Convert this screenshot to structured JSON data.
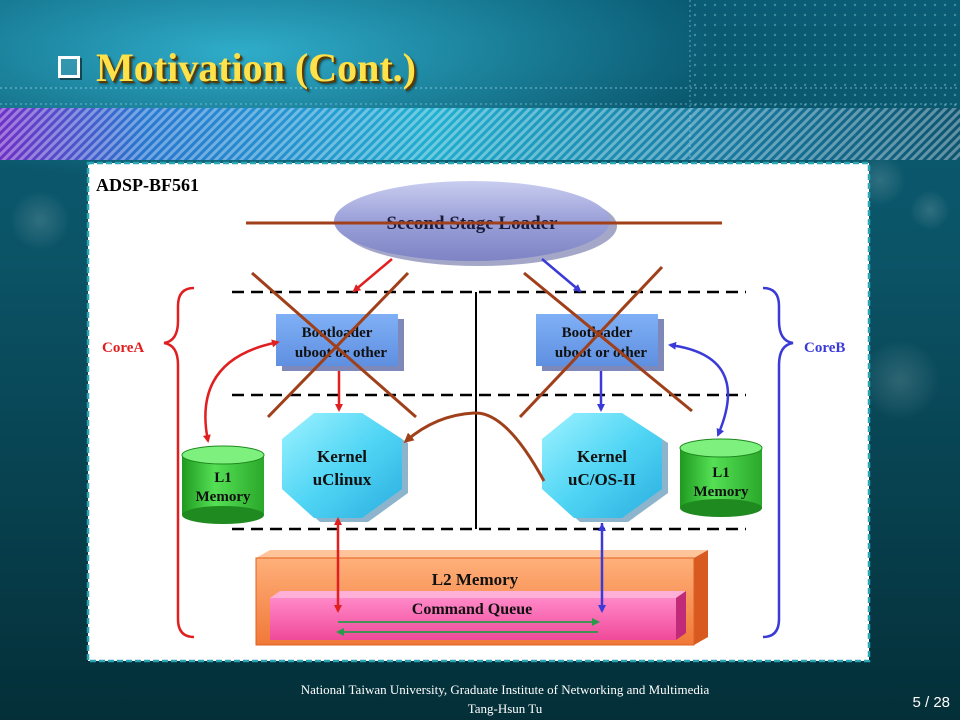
{
  "slide": {
    "title": "Motivation (Cont.)",
    "footer_line1": "National Taiwan University, Graduate Institute of Networking and Multimedia",
    "footer_line2": "Tang-Hsun Tu",
    "page_current": "5",
    "page_separator": " / ",
    "page_total": "28"
  },
  "diagram": {
    "chip_label": "ADSP-BF561",
    "loader_label": "Second Stage Loader",
    "core_a_label": "CoreA",
    "core_b_label": "CoreB",
    "bootloader_a_line1": "Bootloader",
    "bootloader_a_line2": "uboot or other",
    "bootloader_b_line1": "Bootloader",
    "bootloader_b_line2": "uboot or other",
    "kernel_a_line1": "Kernel",
    "kernel_a_line2": "uClinux",
    "kernel_b_line1": "Kernel",
    "kernel_b_line2": "uC/OS-II",
    "l1_a_line1": "L1",
    "l1_a_line2": "Memory",
    "l1_b_line1": "L1",
    "l1_b_line2": "Memory",
    "l2_label": "L2 Memory",
    "queue_label": "Command Queue"
  },
  "colors": {
    "title": "#ffe14a",
    "core_a_arrows": "#e02020",
    "core_b_arrows": "#3a3ad8",
    "cross_out": "#a0401a",
    "frame": "#2aa6b4"
  }
}
